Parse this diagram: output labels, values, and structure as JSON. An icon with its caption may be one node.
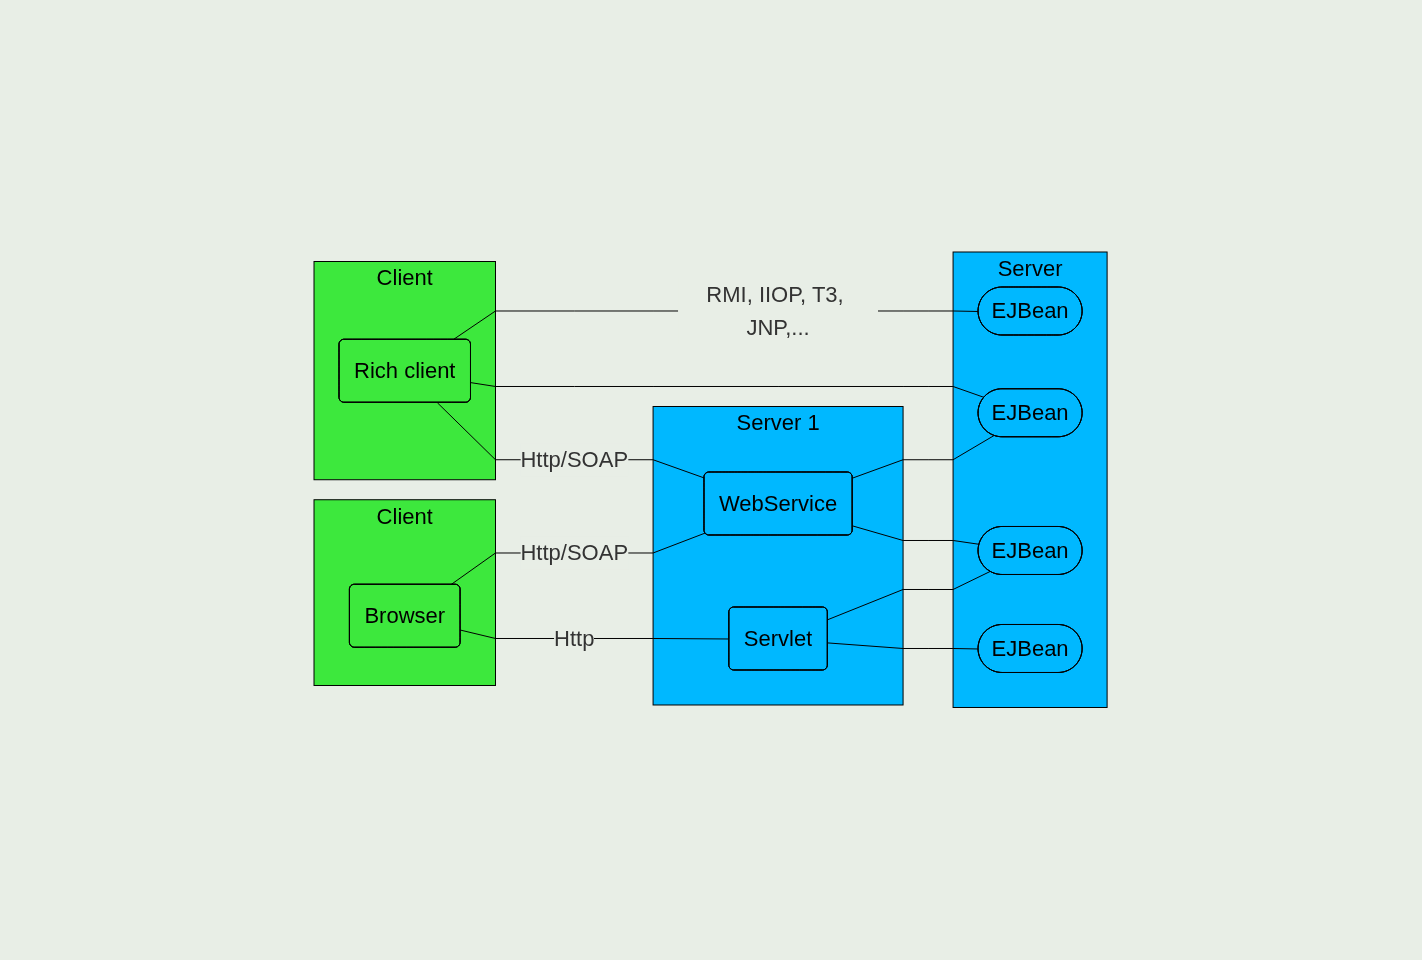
{
  "diagram": {
    "nodes": [
      {
        "text": [
          "Server"
        ]
      },
      {
        "text": [
          "EJBean"
        ],
        "in": 0
      },
      {
        "text": [
          "EJBean"
        ],
        "in": 0
      },
      {
        "text": [
          "EJBean"
        ],
        "in": 0
      },
      {
        "text": [
          "EJBean"
        ],
        "in": 0
      },
      {
        "text": [
          "Client"
        ]
      },
      {
        "text": [
          "Rich client"
        ],
        "in": 5
      },
      {
        "text": [
          "Server 1"
        ]
      },
      {
        "text": [
          "WebService"
        ],
        "in": 7
      },
      {
        "text": [
          "Servlet"
        ],
        "in": 7
      },
      {
        "text": [
          "Client"
        ]
      },
      {
        "text": [
          "Browser"
        ],
        "in": 10
      }
    ],
    "edges": [
      {
        "from": 6,
        "to": 1,
        "arrow": "none",
        "label": "RMI, IIOP, T3, JNP,..."
      },
      {
        "from": 6,
        "to": 2,
        "arrow": "none"
      },
      {
        "from": 6,
        "to": 8,
        "arrow": "none",
        "label": "Http/SOAP"
      },
      {
        "from": 8,
        "to": 2,
        "arrow": "none"
      },
      {
        "from": 8,
        "to": 3,
        "arrow": "none"
      },
      {
        "from": 9,
        "to": 3,
        "arrow": "none"
      },
      {
        "from": 9,
        "to": 4,
        "arrow": "none"
      },
      {
        "from": 11,
        "to": 8,
        "arrow": "none",
        "label": "Http/SOAP"
      },
      {
        "from": 11,
        "to": 9,
        "arrow": "none",
        "label": "Http"
      }
    ]
  }
}
